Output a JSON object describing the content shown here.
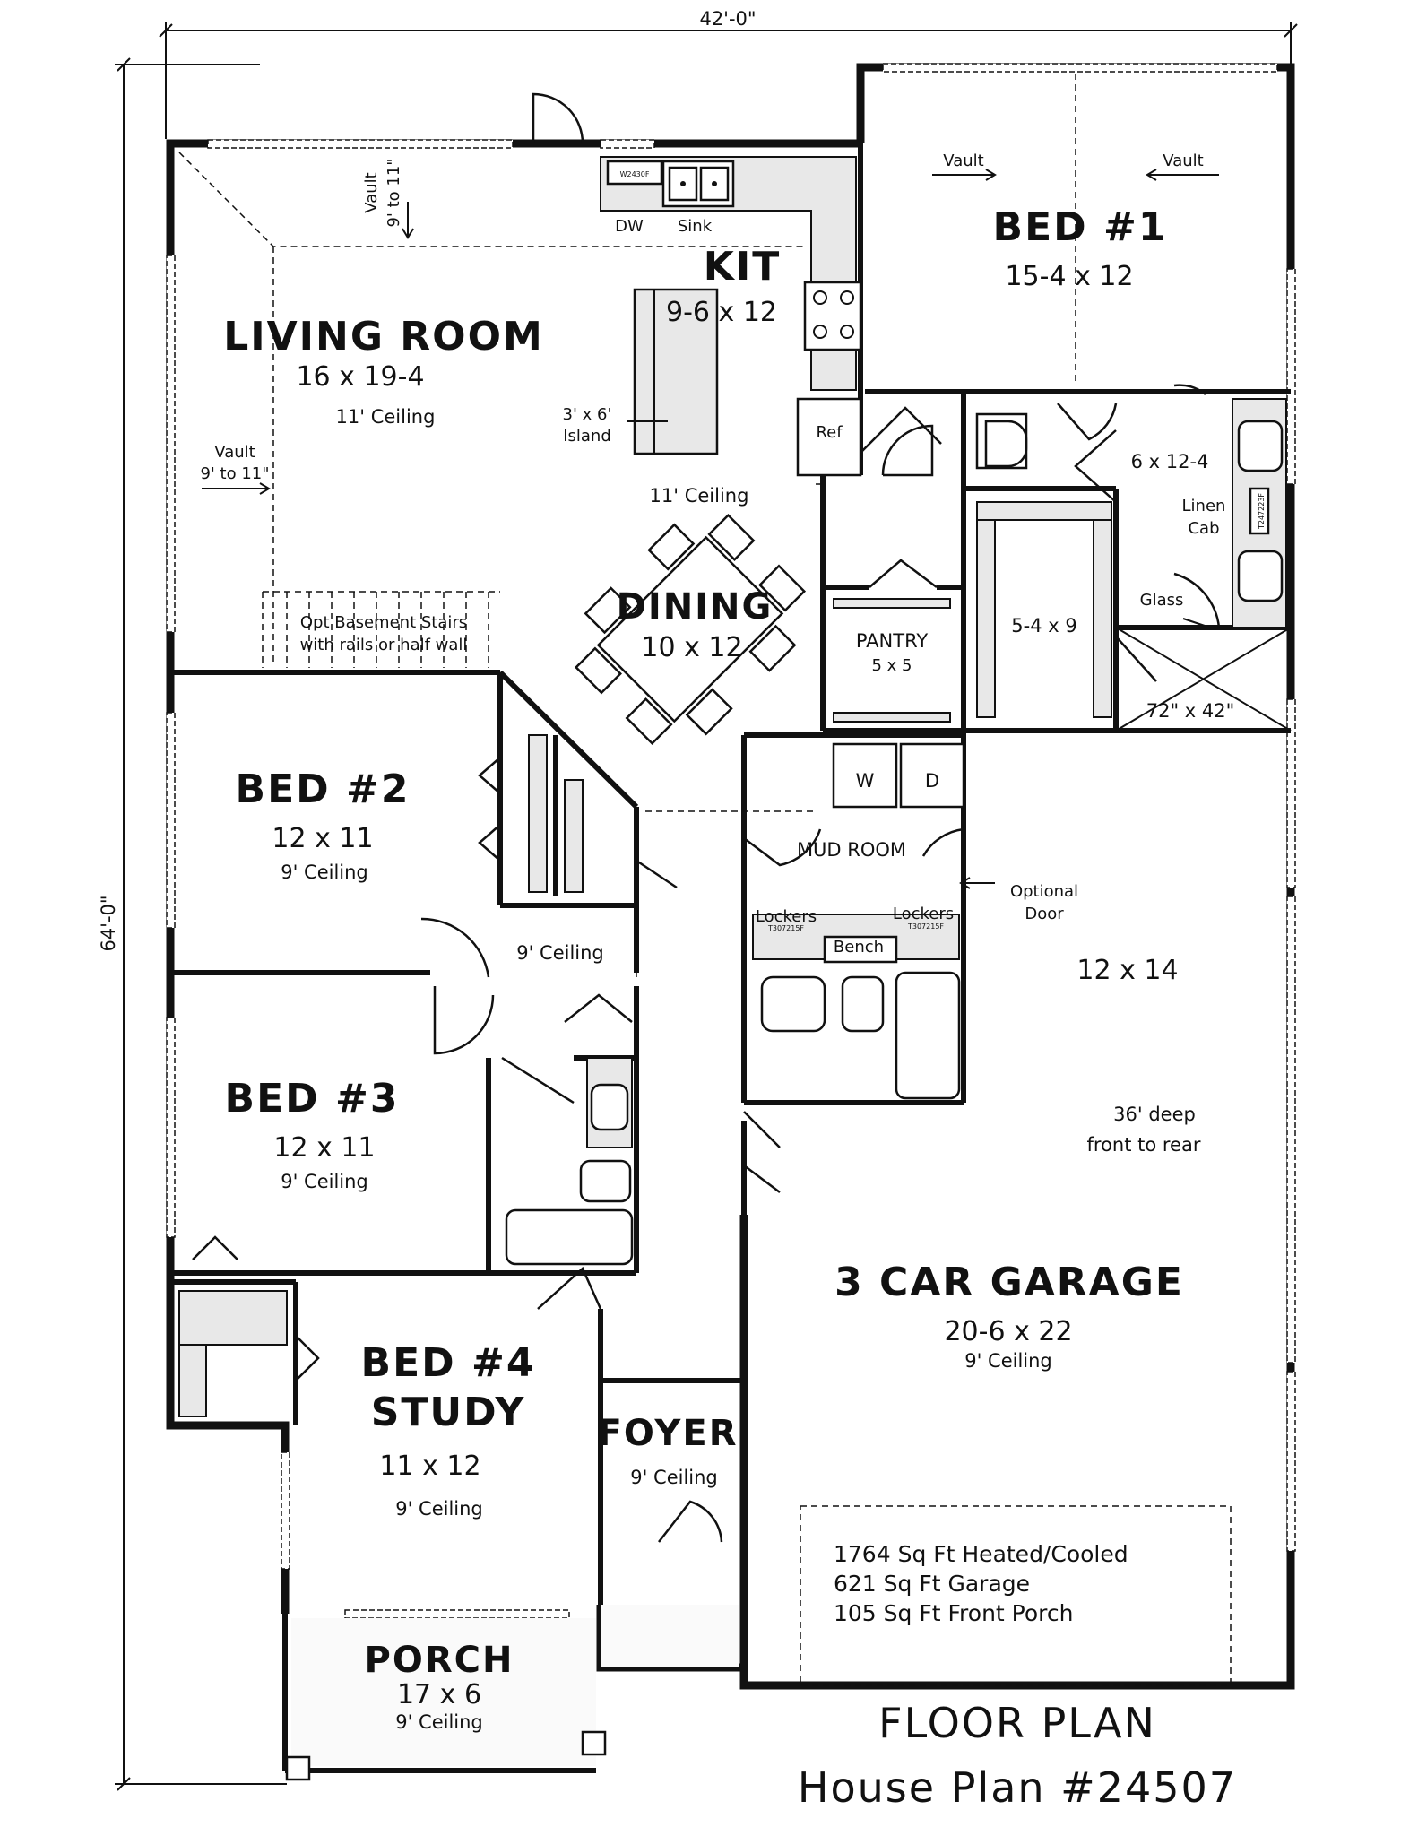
{
  "overall": {
    "width_label": "42'-0\"",
    "depth_label": "64'-0\""
  },
  "rooms": {
    "living": {
      "name": "LIVING ROOM",
      "size": "16 x 19-4",
      "ceiling": "11' Ceiling"
    },
    "kitchen": {
      "name": "KIT",
      "size": "9-6 x 12"
    },
    "dining": {
      "name": "DINING",
      "size": "10 x 12",
      "ceiling": "11' Ceiling"
    },
    "bed1": {
      "name": "BED #1",
      "size": "15-4 x 12"
    },
    "master_bath": {
      "size": "6 x 12-4"
    },
    "closet": {
      "size": "5-4 x 9"
    },
    "shower": {
      "size": "72\" x 42\""
    },
    "pantry": {
      "name": "PANTRY",
      "size": "5 x 5"
    },
    "bed2": {
      "name": "BED #2",
      "size": "12 x 11",
      "ceiling": "9' Ceiling"
    },
    "bed3": {
      "name": "BED #3",
      "size": "12 x 11",
      "ceiling": "9' Ceiling"
    },
    "bed4": {
      "name1": "BED #4",
      "name2": "STUDY",
      "size": "11 x 12",
      "ceiling": "9' Ceiling"
    },
    "hall": {
      "ceiling": "9' Ceiling"
    },
    "mud_room": {
      "name": "MUD ROOM"
    },
    "foyer": {
      "name": "FOYER",
      "ceiling": "9' Ceiling"
    },
    "porch": {
      "name": "PORCH",
      "size": "17 x 6",
      "ceiling": "9' Ceiling"
    },
    "garage": {
      "name": "3 CAR GARAGE",
      "size": "20-6 x 22",
      "ceiling": "9' Ceiling",
      "section_size": "12 x 14",
      "depth_note_1": "36' deep",
      "depth_note_2": "front to rear"
    }
  },
  "labels": {
    "vault": "Vault",
    "vault_living_1": "Vault",
    "vault_living_2": "9' to 11\"",
    "vault_top_1": "Vault",
    "vault_top_2": "9' to 11\"",
    "dw": "DW",
    "sink": "Sink",
    "window_code": "W2430F",
    "island_1": "3' x 6'",
    "island_2": "Island",
    "ref": "Ref",
    "linen_1": "Linen",
    "linen_2": "Cab",
    "linen_code": "T247223F",
    "glass": "Glass",
    "basement_1": "Opt Basement Stairs",
    "basement_2": "with rails or half wall",
    "lockers": "Lockers",
    "locker_code": "T307215F",
    "bench": "Bench",
    "washer": "W",
    "dryer": "D",
    "optional_door_1": "Optional",
    "optional_door_2": "Door"
  },
  "area_summary": [
    "1764 Sq Ft Heated/Cooled",
    "621 Sq Ft Garage",
    "105 Sq Ft Front Porch"
  ],
  "footer": {
    "title": "FLOOR PLAN",
    "subtitle": "House Plan #24507"
  }
}
